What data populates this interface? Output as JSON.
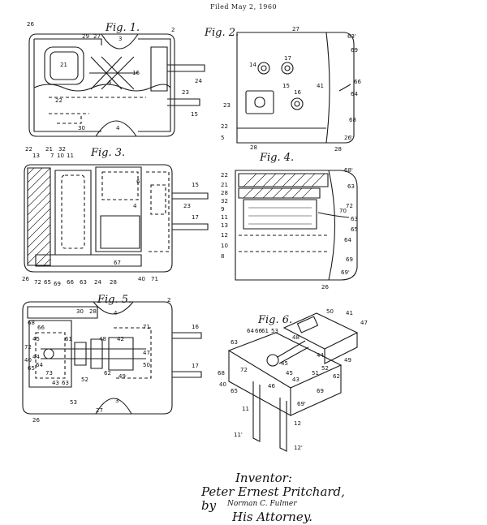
{
  "header": {
    "filed": "Filed May 2, 1960"
  },
  "figures": {
    "fig1": {
      "title": "Fig. 1.",
      "refs": [
        "26",
        "29",
        "27",
        "3",
        "2",
        "21",
        "6",
        "16",
        "24",
        "22",
        "23",
        "15",
        "30",
        "4"
      ]
    },
    "fig2": {
      "title": "Fig. 2.",
      "refs": [
        "27",
        "63'",
        "69",
        "14",
        "17",
        "15",
        "16",
        "41",
        "23",
        "66",
        "64",
        "22",
        "68",
        "5",
        "28",
        "26'",
        "28"
      ]
    },
    "fig3": {
      "title": "Fig. 3.",
      "refs": [
        "22",
        "21",
        "32",
        "13",
        "7",
        "10",
        "11",
        "6",
        "4",
        "15",
        "23",
        "17",
        "67",
        "26",
        "72",
        "65",
        "69",
        "66",
        "63",
        "24",
        "28",
        "40",
        "71"
      ]
    },
    "fig4": {
      "title": "Fig. 4.",
      "refs": [
        "68'",
        "22",
        "21",
        "28",
        "32",
        "9",
        "11",
        "13",
        "12",
        "10",
        "8",
        "63",
        "70",
        "72",
        "63",
        "65",
        "64",
        "69",
        "69'",
        "26"
      ]
    },
    "fig5": {
      "title": "Fig. 5.",
      "refs": [
        "2",
        "30",
        "28",
        "4",
        "68",
        "71",
        "66",
        "45",
        "72",
        "61",
        "42",
        "48",
        "50",
        "47",
        "44",
        "65",
        "49",
        "73",
        "40",
        "64",
        "62",
        "52",
        "43",
        "63",
        "53",
        "3",
        "27",
        "26",
        "16",
        "17"
      ]
    },
    "fig6": {
      "title": "Fig. 6.",
      "refs": [
        "50",
        "41",
        "47",
        "63",
        "64",
        "66",
        "61",
        "53",
        "48",
        "44",
        "45",
        "52",
        "49",
        "51",
        "68",
        "72",
        "45",
        "46",
        "62",
        "43",
        "40",
        "65",
        "69",
        "69'",
        "11",
        "12",
        "11'",
        "12'"
      ]
    }
  },
  "signature": {
    "label": "Inventor:",
    "name": "Peter Ernest Pritchard,",
    "by": "by",
    "attorney_sign": "Norman C. Fulmer",
    "role": "His Attorney."
  }
}
